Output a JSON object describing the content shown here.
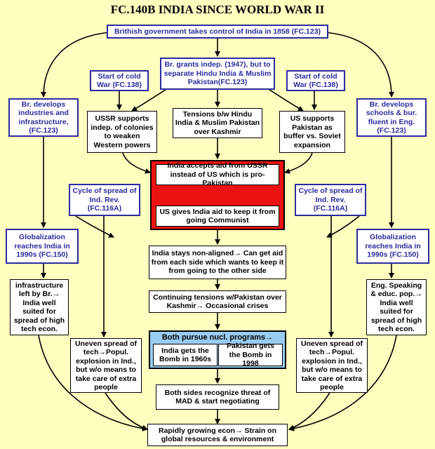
{
  "title": "FC.140B INDIA SINCE WORLD WAR II",
  "nodes": {
    "top": "Brithish government takes control of India in 1858  (FC.123)",
    "grants": "Br. grants indep. (1947), but to separate Hindu India & Muslim Pakistan(FC.123)",
    "cold_left": "Start of cold War (FC.138)",
    "cold_right": "Start of cold War (FC.138)",
    "br_industry": "Br. develops industries and infrastructure, (FC.123)",
    "br_schools": "Br. develops schools & bur. fluent in Eng. (FC.123)",
    "ussr_supports": "USSR supports indep. of colonies to weaken Western powers",
    "tensions": "Tensions b/w Hindu India & Muslim Pakistan over Kashmir",
    "us_supports": "US supports Pakistan as buffer vs. Soviet expansion",
    "india_accepts": "India accepts aid from USSR instead of US which is pro-Pakistan",
    "us_gives": "US gives India aid to keep it from going Communist",
    "cycle_left": "Cycle of spread of Ind. Rev. (FC.116A)",
    "cycle_right": "Cycle of spread of Ind. Rev. (FC.116A)",
    "glob_left": "Globalization reaches India in 1990s (FC.150)",
    "glob_right": "Globalization reaches India in 1990s (FC.150)",
    "non_aligned": "India stays non-aligned→ Can get aid from each side which wants to keep it from going to the other side",
    "infra_left": "infrastructure left by Br.→ India well suited for spread of high tech econ.",
    "eng_right": "Eng. Speaking & educ. pop.→ India well suited for spread of high tech econ.",
    "continuing": "Continuing tensions w/Pakistan over Kashmir→ Occasional crises",
    "nucl_title": "Both pursue nucl. programs→",
    "india_bomb": "India gets the Bomb in 1960s",
    "pak_bomb": "Pakistan gets the Bomb in 1998",
    "uneven_left": "Uneven spread of tech→Popul. explosion in Ind., but w/o means to take care of extra people",
    "uneven_right": "Uneven spread of tech→Popul. explosion in Ind., but w/o means to take care of extra people",
    "mad": "Both sides recognize threat of MAD & start negotiating",
    "econ": "Rapidly growing econ→ Strain on global resources & environment"
  }
}
